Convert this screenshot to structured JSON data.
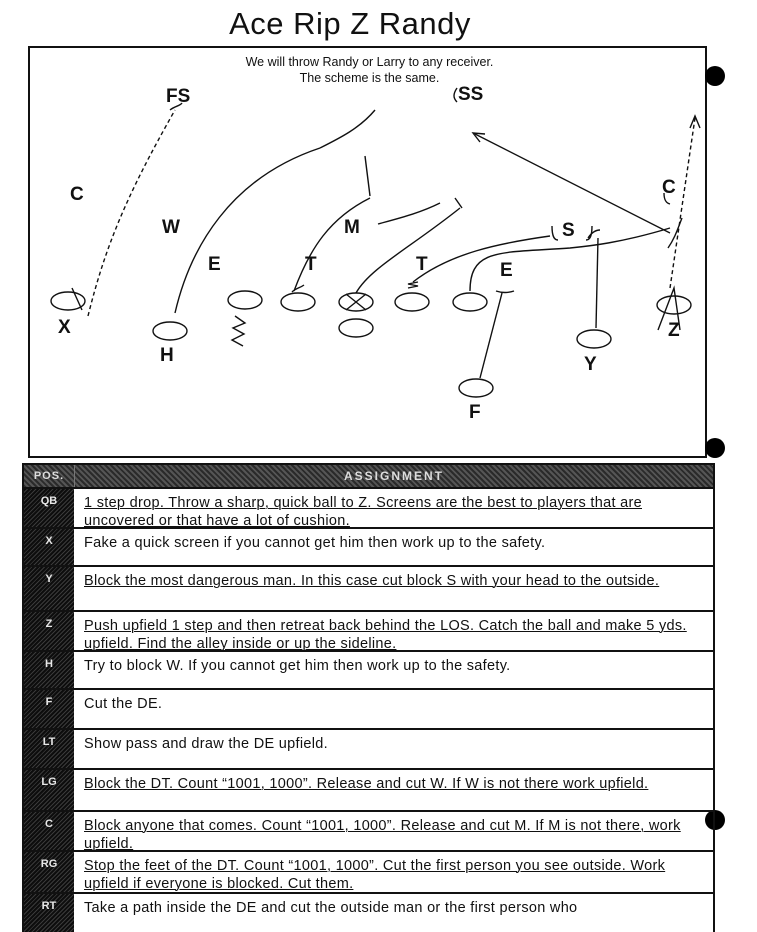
{
  "title": "Ace Rip Z Randy",
  "diagram": {
    "note_line1": "We will throw Randy or Larry to any receiver.",
    "note_line2": "The scheme  is the same.",
    "defense": {
      "fs": "FS",
      "ss": "SS",
      "c_left": "C",
      "c_right": "C",
      "w": "W",
      "m": "M",
      "s": "S",
      "e_left": "E",
      "t_left": "T",
      "t_right": "T",
      "e_right": "E"
    },
    "offense": {
      "x": "X",
      "h": "H",
      "y": "Y",
      "z": "Z",
      "f": "F"
    }
  },
  "table": {
    "pos_header": "POS.",
    "assignment_header": "ASSIGNMENT",
    "rows": [
      {
        "pos": "QB",
        "text": "1 step drop.  Throw a sharp, quick ball to Z.  Screens are the best to players that are uncovered or that have a lot of cushion."
      },
      {
        "pos": "X",
        "text": "Fake a quick screen if you cannot get him then work up to the safety."
      },
      {
        "pos": "Y",
        "text": "Block the most dangerous man.  In this case cut block S with your head to the outside."
      },
      {
        "pos": "Z",
        "text": "Push upfield 1 step and then retreat back behind the LOS.  Catch the ball and make 5 yds. upfield.  Find the alley inside or up the sideline."
      },
      {
        "pos": "H",
        "text": "Try to block W.  If you cannot get him then work up to the safety."
      },
      {
        "pos": "F",
        "text": "Cut the DE."
      },
      {
        "pos": "LT",
        "text": "Show pass and draw the DE upfield."
      },
      {
        "pos": "LG",
        "text": "Block the DT.  Count “1001, 1000”.  Release and cut W.  If W is not there work upfield."
      },
      {
        "pos": "C",
        "text": "Block anyone that comes.  Count “1001, 1000”.  Release and cut M.  If M is not there, work upfield."
      },
      {
        "pos": "RG",
        "text": "Stop the feet of the DT.  Count “1001, 1000”.  Cut the first person you see outside.  Work upfield if everyone is blocked.  Cut them."
      },
      {
        "pos": "RT",
        "text": "Take a path inside the DE and cut the outside man or the first person who"
      }
    ]
  }
}
